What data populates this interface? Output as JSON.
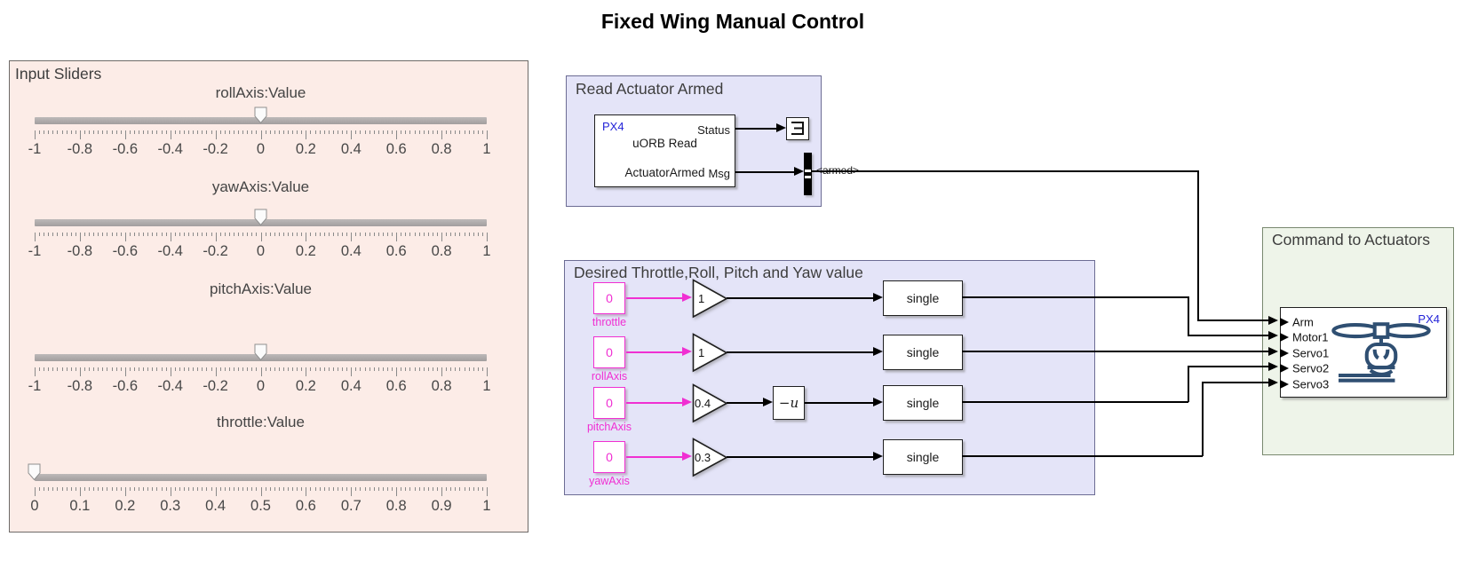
{
  "title": "Fixed Wing Manual Control",
  "input_sliders": {
    "label": "Input Sliders",
    "sliders": [
      {
        "label": "rollAxis:Value",
        "min": -1,
        "max": 1,
        "value": 0,
        "ticks": [
          "-1",
          "-0.8",
          "-0.6",
          "-0.4",
          "-0.2",
          "0",
          "0.2",
          "0.4",
          "0.6",
          "0.8",
          "1"
        ]
      },
      {
        "label": "yawAxis:Value",
        "min": -1,
        "max": 1,
        "value": 0,
        "ticks": [
          "-1",
          "-0.8",
          "-0.6",
          "-0.4",
          "-0.2",
          "0",
          "0.2",
          "0.4",
          "0.6",
          "0.8",
          "1"
        ]
      },
      {
        "label": "pitchAxis:Value",
        "min": -1,
        "max": 1,
        "value": 0,
        "ticks": [
          "-1",
          "-0.8",
          "-0.6",
          "-0.4",
          "-0.2",
          "0",
          "0.2",
          "0.4",
          "0.6",
          "0.8",
          "1"
        ]
      },
      {
        "label": "throttle:Value",
        "min": 0,
        "max": 1,
        "value": 0,
        "ticks": [
          "0",
          "0.1",
          "0.2",
          "0.3",
          "0.4",
          "0.5",
          "0.6",
          "0.7",
          "0.8",
          "0.9",
          "1"
        ]
      }
    ]
  },
  "read_actuator_armed": {
    "label": "Read Actuator Armed",
    "uorb_block": {
      "brand": "PX4",
      "name": "uORB Read",
      "topic": "ActuatorArmed",
      "ports": [
        "Status",
        "Msg"
      ]
    },
    "bus_selector_tag": "<armed>"
  },
  "desired_values": {
    "label": "Desired Throttle,Roll, Pitch and Yaw value",
    "rows": [
      {
        "constant": "0",
        "name": "throttle",
        "gain": "1",
        "unary": "",
        "convert": "single"
      },
      {
        "constant": "0",
        "name": "rollAxis",
        "gain": "1",
        "unary": "",
        "convert": "single"
      },
      {
        "constant": "0",
        "name": "pitchAxis",
        "gain": "0.4",
        "unary": "−u",
        "convert": "single"
      },
      {
        "constant": "0",
        "name": "yawAxis",
        "gain": "0.3",
        "unary": "",
        "convert": "single"
      }
    ]
  },
  "command_to_actuators": {
    "label": "Command to Actuators",
    "block": {
      "brand": "PX4",
      "ports": [
        "Arm",
        "Motor1",
        "Servo1",
        "Servo2",
        "Servo3"
      ]
    }
  },
  "colors": {
    "signal_magenta": "#f02fd2",
    "px4_blue": "#2424d8",
    "area_pink": "#fcece7",
    "area_lavender": "#e4e4f8",
    "area_green": "#eef4e9",
    "icon_navy": "#2f4f72"
  }
}
